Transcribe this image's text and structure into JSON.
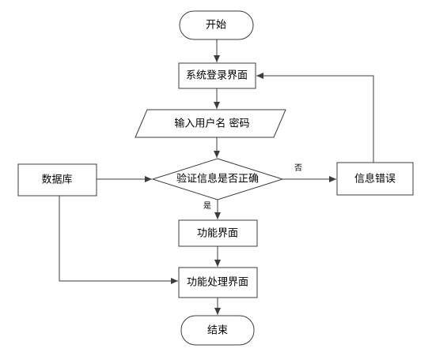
{
  "diagram": {
    "nodes": {
      "start": "开始",
      "login": "系统登录界面",
      "input": "输入用户名 密码",
      "verify": "验证信息是否正确",
      "db": "数据库",
      "error": "信息错误",
      "func": "功能界面",
      "process": "功能处理界面",
      "end": "结束"
    },
    "edge_labels": {
      "no": "否",
      "yes": "是"
    }
  }
}
